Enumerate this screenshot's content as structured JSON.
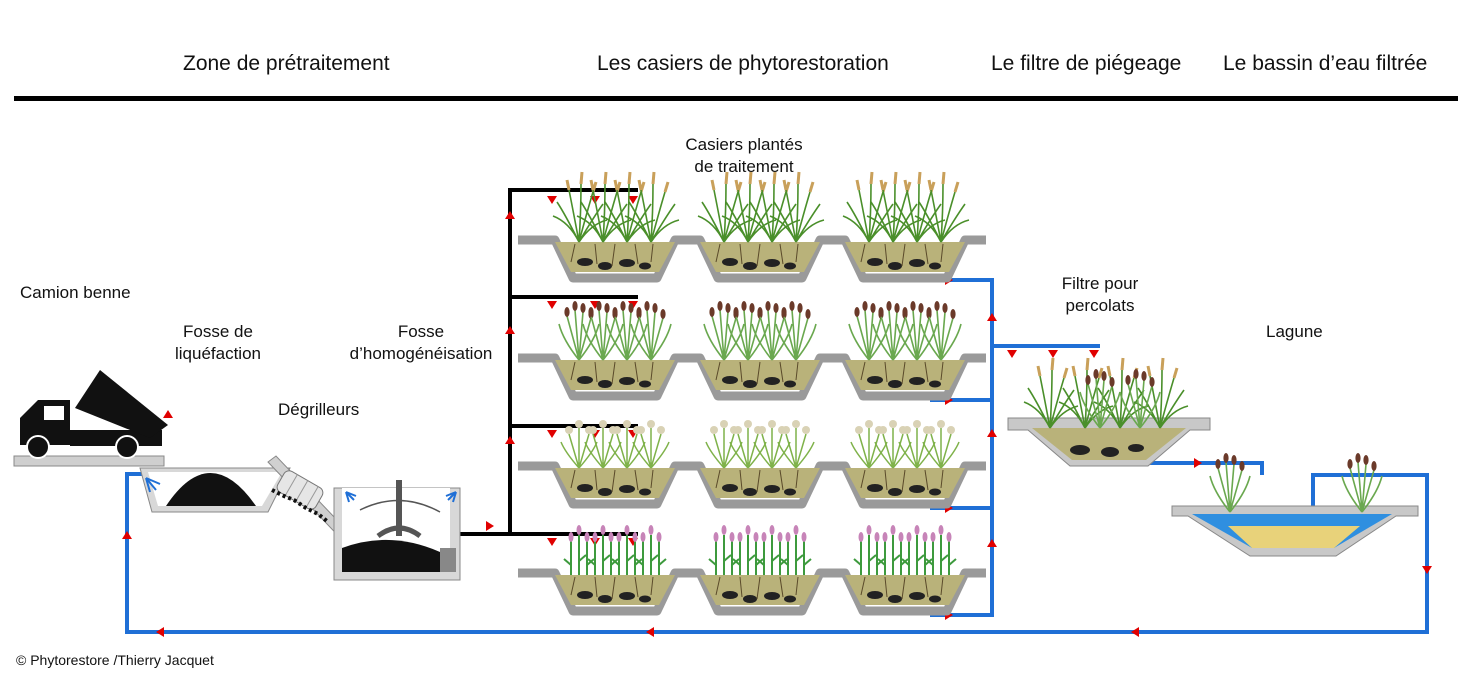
{
  "headers": {
    "pretreatment": "Zone de prétraitement",
    "phyto_beds": "Les casiers de phytorestoration",
    "trap_filter": "Le filtre de piégeage",
    "filtered_pond": "Le bassin d’eau filtrée"
  },
  "labels": {
    "dump_truck": "Camion benne",
    "liquefaction_pit_1": "Fosse de",
    "liquefaction_pit_2": "liquéfaction",
    "screens": "Dégrilleurs",
    "homog_pit_1": "Fosse",
    "homog_pit_2": "d’homogénéisation",
    "planted_beds_1": "Casiers plantés",
    "planted_beds_2": "de traitement",
    "leachate_filter_1": "Filtre pour",
    "leachate_filter_2": "percolats",
    "lagoon": "Lagune"
  },
  "credit": "© Phytorestore /Thierry Jacquet",
  "colors": {
    "pipe_water": "#1f6fd6",
    "pipe_feed": "#000000",
    "flow_arrow": "#e00000",
    "basin_wall": "#b8b8b8",
    "substrate": "#b9b27a",
    "water": "#2f8fe0",
    "sand": "#e8d27a",
    "grass": "#4a8f2a"
  }
}
